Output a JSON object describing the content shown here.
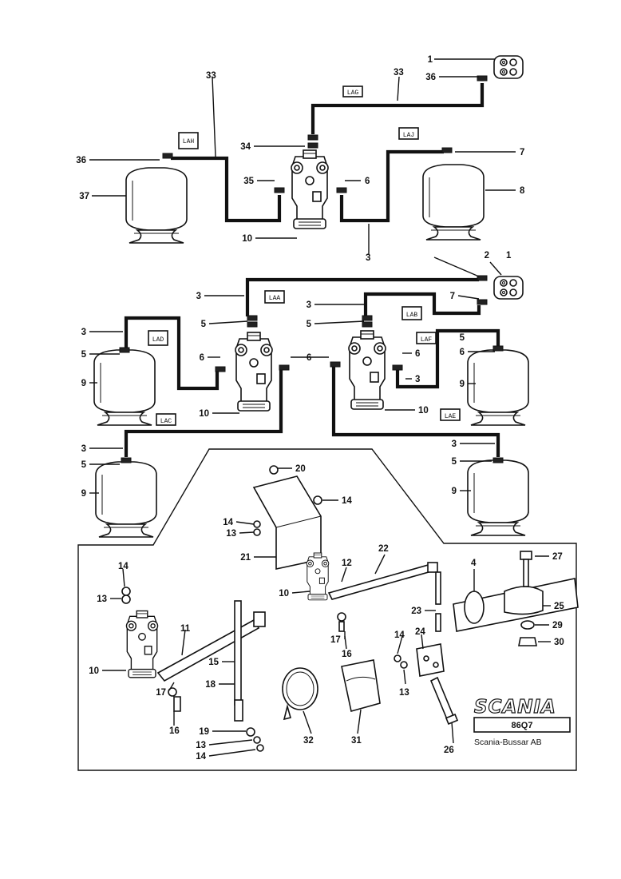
{
  "diagram": {
    "part_numbers": {
      "p1a": "1",
      "p36a": "36",
      "p33a": "33",
      "p33b": "33",
      "p36b": "36",
      "p37": "37",
      "p34": "34",
      "p35": "35",
      "p6a": "6",
      "p7a": "7",
      "p8": "8",
      "p10a": "10",
      "p3a": "3",
      "p2": "2",
      "p1b": "1",
      "p7b": "7",
      "p3b": "3",
      "p5b": "5",
      "p3c": "3",
      "p5c": "5",
      "p3d": "3",
      "p5d": "5",
      "p6b": "6",
      "p6c": "6",
      "p6d": "6",
      "p9a": "9",
      "p10b": "10",
      "p6e": "6",
      "p5e": "5",
      "p3e": "3",
      "p9b": "9",
      "p10c": "10",
      "p3f": "3",
      "p5f": "5",
      "p9c": "9",
      "p3g": "3",
      "p5g": "5",
      "p9d": "9",
      "p20": "20",
      "p14a": "14",
      "p14b": "14",
      "p13a": "13",
      "p21": "21",
      "p12": "12",
      "p22": "22",
      "p4": "4",
      "p27": "27",
      "p14c": "14",
      "p13b": "13",
      "p10d": "10",
      "p11": "11",
      "p23": "23",
      "p25": "25",
      "p29": "29",
      "p30": "30",
      "p17a": "17",
      "p16a": "16",
      "p14d": "14",
      "p24": "24",
      "p15": "15",
      "p10e": "10",
      "p18": "18",
      "p13c": "13",
      "p17b": "17",
      "p16b": "16",
      "p19": "19",
      "p13d": "13",
      "p14e": "14",
      "p32": "32",
      "p31": "31",
      "p26": "26"
    },
    "pipe_tags": {
      "lag": "LAG",
      "lah": "LAH",
      "laj": "LAJ",
      "laa": "LAA",
      "lab": "LAB",
      "lad": "LAD",
      "laf": "LAF",
      "lac": "LAC",
      "lae": "LAE"
    },
    "logo": "SCANIA",
    "document_number": "86Q7",
    "manufacturer": "Scania-Bussar AB"
  }
}
